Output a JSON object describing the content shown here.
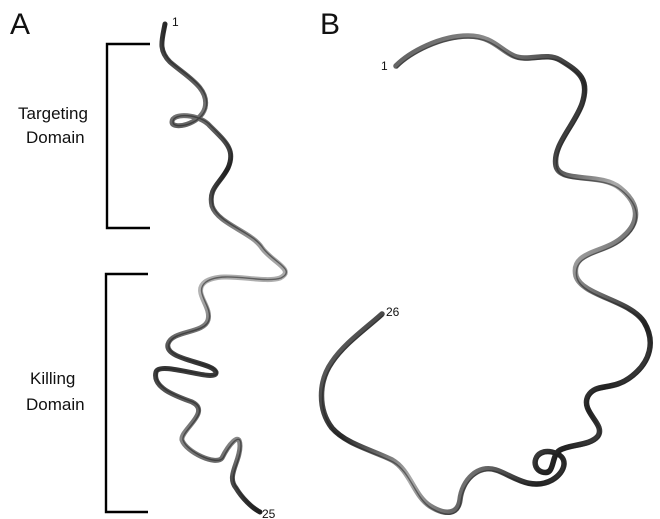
{
  "panels": [
    {
      "letter": "A",
      "residue_start": "1",
      "residue_end": "25",
      "domains": [
        {
          "line1": "Targeting",
          "line2": "Domain"
        },
        {
          "line1": "Killing",
          "line2": "Domain"
        }
      ]
    },
    {
      "letter": "B",
      "residue_start": "1",
      "residue_end": "26"
    }
  ],
  "colors": {
    "ribbon_dark": "#2a2a2a",
    "ribbon_mid": "#6e6e6e",
    "ribbon_light": "#b8b8b8",
    "bracket": "#000000"
  }
}
